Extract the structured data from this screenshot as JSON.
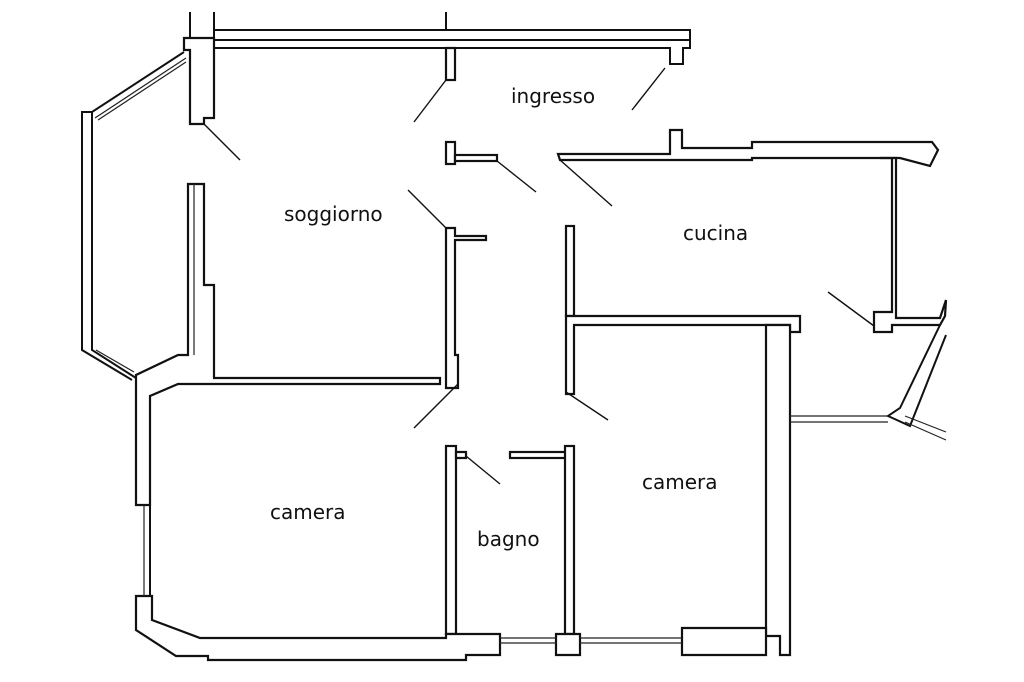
{
  "rooms": {
    "ingresso": "ingresso",
    "soggiorno": "soggiorno",
    "cucina": "cucina",
    "camera_left": "camera",
    "camera_right": "camera",
    "bagno": "bagno"
  },
  "colors": {
    "ink": "#111111",
    "paper": "#ffffff"
  }
}
